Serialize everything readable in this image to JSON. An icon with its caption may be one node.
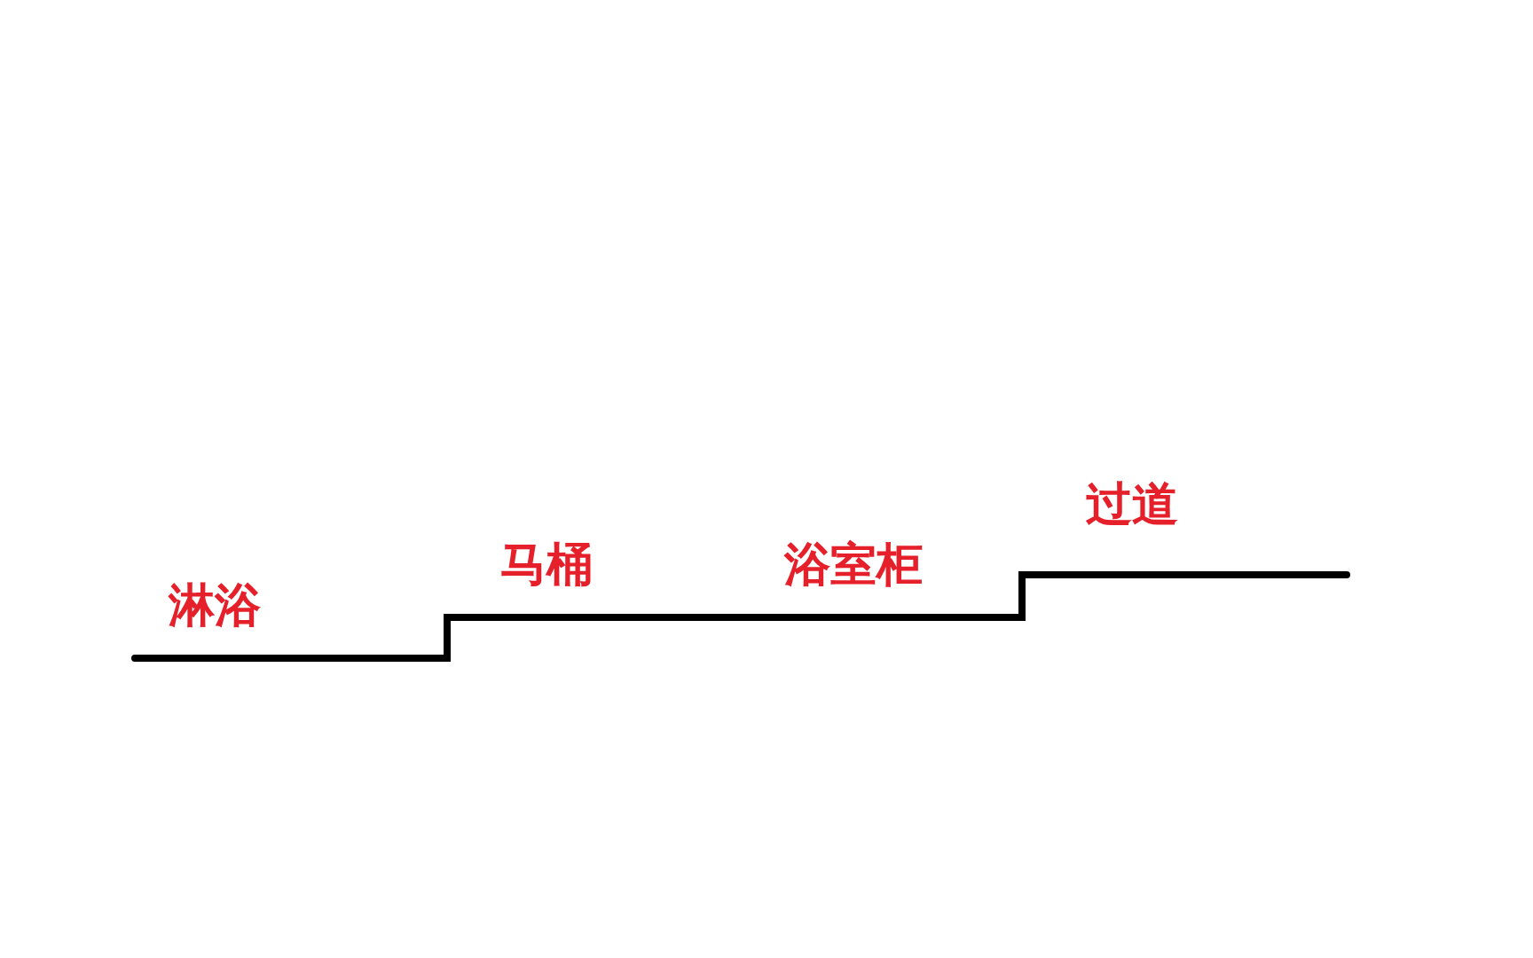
{
  "diagram": {
    "labels": [
      "淋浴",
      "马桶",
      "浴室柜",
      "过道"
    ]
  }
}
